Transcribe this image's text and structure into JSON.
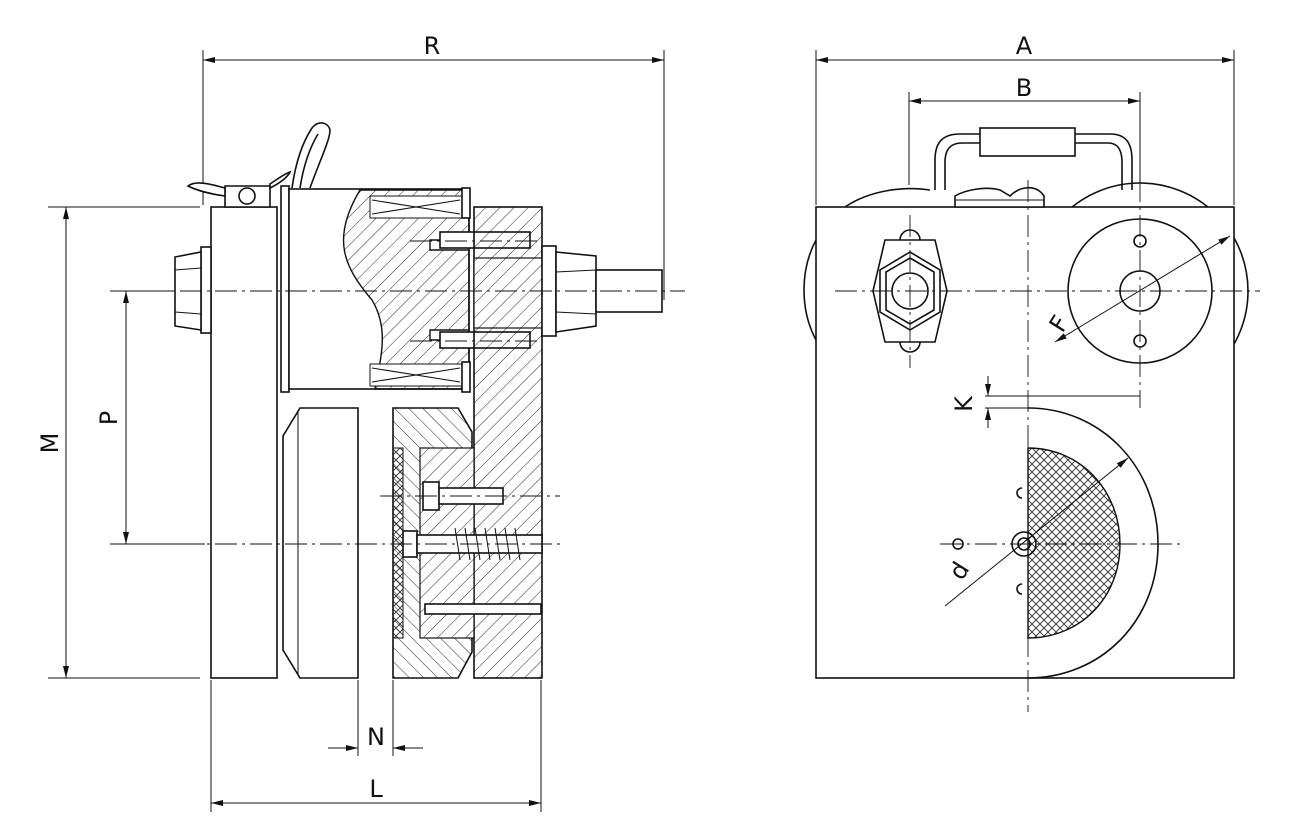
{
  "labels": {
    "R": "R",
    "A": "A",
    "B": "B",
    "M": "M",
    "P": "P",
    "N": "N",
    "L": "L",
    "K": "K",
    "F": "F",
    "d": "d"
  }
}
